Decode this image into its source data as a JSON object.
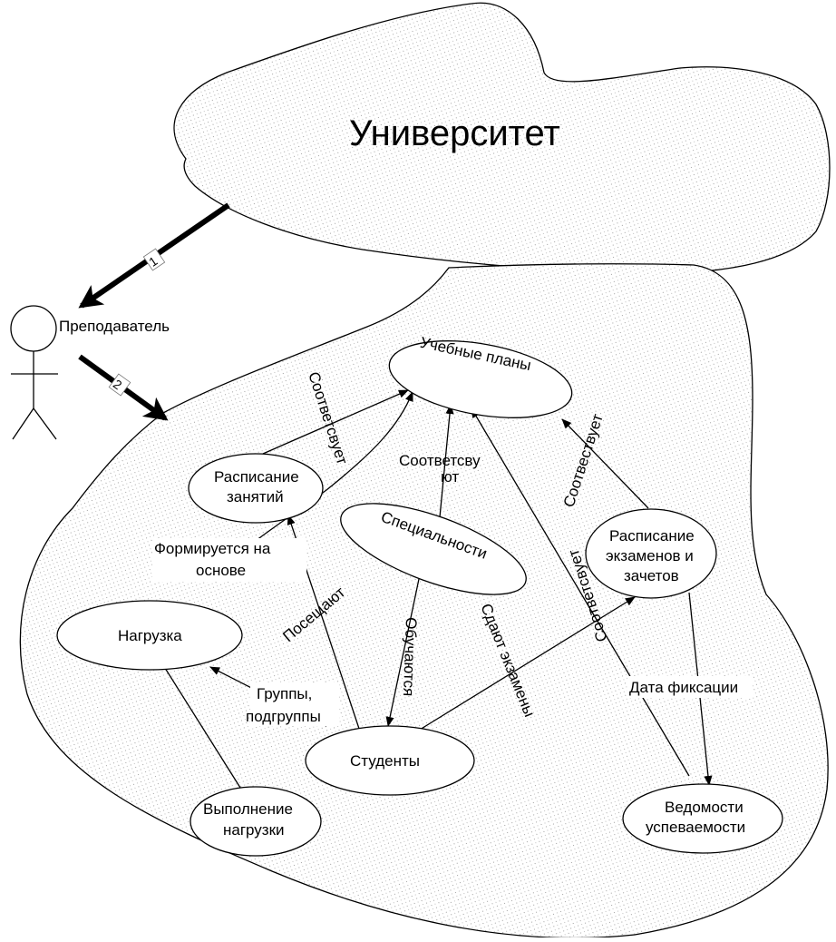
{
  "university": {
    "title": "Университет"
  },
  "actor": {
    "name": "Преподаватель"
  },
  "flows": {
    "first": "1",
    "second": "2"
  },
  "nodes": {
    "plans": "Учебные планы",
    "schedule_classes_1": "Расписание",
    "schedule_classes_2": "занятий",
    "specialties": "Специальности",
    "schedule_exams_1": "Расписание",
    "schedule_exams_2": "экзаменов и",
    "schedule_exams_3": "зачетов",
    "load": "Нагрузка",
    "students": "Студенты",
    "load_execution_1": "Выполнение",
    "load_execution_2": "нагрузки",
    "progress_1": "Ведомости",
    "progress_2": "успеваемости"
  },
  "relations": {
    "corresponds_left": "Соответсвует",
    "corresponds_mid_1": "Соответсву",
    "corresponds_mid_2": "ют",
    "corresponds_right": "Соотвествует",
    "corresponds_long": "Соответсвует",
    "formed_on_1": "Формируется на",
    "formed_on_2": "основе",
    "attend": "Посещают",
    "study": "Обучаются",
    "exams": "Сдают экзамены",
    "groups_1": "Группы,",
    "groups_2": "подгруппы",
    "fix_date": "Дата фиксации"
  }
}
